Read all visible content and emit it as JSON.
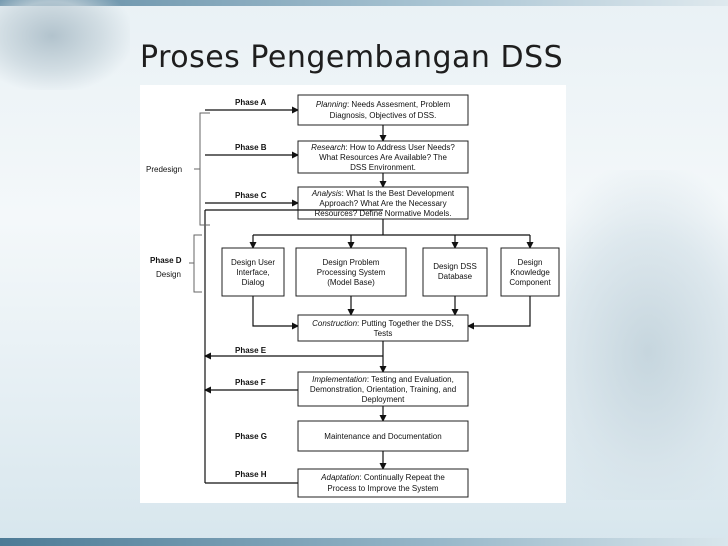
{
  "slide": {
    "title": "Proses Pengembangan DSS"
  },
  "diagram": {
    "side_labels": {
      "predesign": "Predesign",
      "phase_d": "Phase D",
      "design": "Design"
    },
    "phases": {
      "a": "Phase A",
      "b": "Phase B",
      "c": "Phase C",
      "e": "Phase E",
      "f": "Phase F",
      "g": "Phase G",
      "h": "Phase H"
    },
    "boxes": {
      "planning": {
        "term": "Planning",
        "rest": ": Needs Assesment, Problem",
        "line2": "Diagnosis, Objectives of DSS."
      },
      "research": {
        "term": "Research",
        "rest": ": How to Address User Needs?",
        "line2": "What Resources Are Available? The",
        "line3": "DSS Environment."
      },
      "analysis": {
        "term": "Analysis",
        "rest": ": What Is the Best Development",
        "line2": "Approach? What Are the Necessary",
        "line3": "Resources? Define Normative Models."
      },
      "design_ui": {
        "line1": "Design User",
        "line2": "Interface,",
        "line3": "Dialog"
      },
      "design_pps": {
        "line1": "Design Problem",
        "line2": "Processing System",
        "line3": "(Model Base)"
      },
      "design_db": {
        "line1": "Design DSS",
        "line2": "Database"
      },
      "design_kc": {
        "line1": "Design",
        "line2": "Knowledge",
        "line3": "Component"
      },
      "construction": {
        "term": "Construction",
        "rest": ": Putting Together the DSS,",
        "line2": "Tests"
      },
      "implementation": {
        "term": "Implementation",
        "rest": ": Testing and Evaluation,",
        "line2": "Demonstration, Orientation, Training, and",
        "line3": "Deployment"
      },
      "maintenance": {
        "line1": "Maintenance and Documentation"
      },
      "adaptation": {
        "term": "Adaptation",
        "rest": ": Continually Repeat the",
        "line2": "Process to Improve the System"
      }
    }
  }
}
